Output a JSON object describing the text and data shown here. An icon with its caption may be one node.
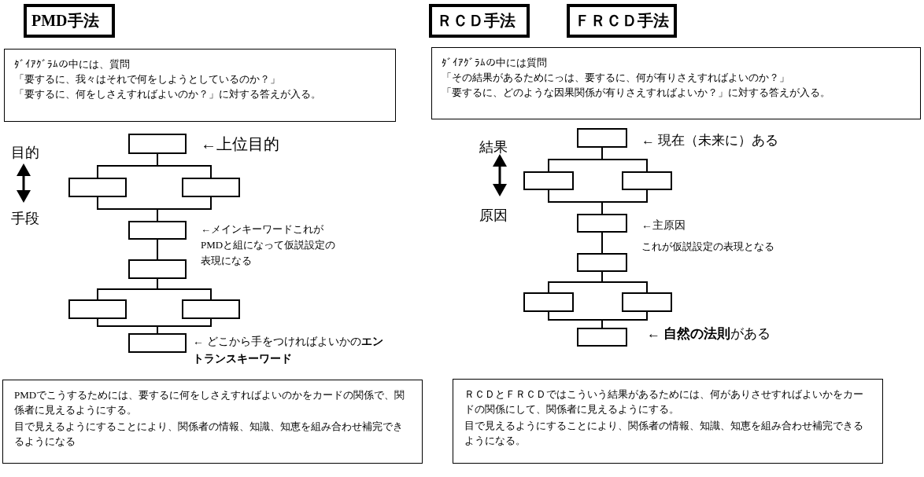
{
  "diagram": {
    "nodes": [
      {
        "text": [
          "PMD手法"
        ]
      },
      {
        "text": [
          "ＲＣＤ手法"
        ]
      },
      {
        "text": [
          "ＦＲＣＤ手法"
        ]
      },
      {
        "text": [
          "ﾀﾞｲｱｸﾞﾗﾑの中には、質問",
          "「要するに、我々はそれで何をしようとしているのか？」",
          "「要するに、何をしさえすればよいのか？」に対する答えが入る。"
        ]
      },
      {
        "text": [
          "ﾀﾞｲｱｸﾞﾗﾑの中には質問",
          "「その結果があるためにっは、要するに、何が有りさえすればよいのか？」",
          "「要するに、どのような因果関係が有りさえすればよいか？」に対する答えが入る。"
        ]
      },
      {
        "text": [],
        "shape": "box",
        "beside": [
          "←上位目的"
        ]
      },
      {
        "text": [],
        "shape": "box"
      },
      {
        "text": [],
        "shape": "box"
      },
      {
        "text": [],
        "shape": "box",
        "beside": [
          "←メインキーワードこれがPMDと組になって仮説設定の表現になる"
        ]
      },
      {
        "text": [],
        "shape": "box"
      },
      {
        "text": [],
        "shape": "box"
      },
      {
        "text": [],
        "shape": "box"
      },
      {
        "text": [],
        "shape": "box",
        "beside": [
          "← どこから手をつければよいかの**エントランスキーワード**"
        ]
      },
      {
        "text": [],
        "shape": "box",
        "beside": [
          "← 現在（未来に）ある"
        ]
      },
      {
        "text": [],
        "shape": "box"
      },
      {
        "text": [],
        "shape": "box"
      },
      {
        "text": [],
        "shape": "box",
        "beside": [
          "←主原因",
          "これが仮説設定の表現となる"
        ]
      },
      {
        "text": [],
        "shape": "box"
      },
      {
        "text": [],
        "shape": "box"
      },
      {
        "text": [],
        "shape": "box"
      },
      {
        "text": [],
        "shape": "box",
        "beside": [
          "← **自然の法則**がある"
        ]
      },
      {
        "text": [
          "PMDでこうするためには、要するに何をしさえすればよいのかをカードの関係で、関係者に見えるようにする。",
          "目で見えるようにすることにより、関係者の情報、知識、知恵を組み合わせ補完できるようになる"
        ]
      },
      {
        "text": [
          "ＲＣＤとＦＲＣＤではこういう結果があるためには、何がありさせすればよいかをカードの関係にして、関係者に見えるようにする。",
          "目で見えるようにすることにより、関係者の情報、知識、知恵を組み合わせ補完できるようになる。"
        ]
      }
    ],
    "edges": [
      {
        "from": 5,
        "to": 6,
        "arrow": "none"
      },
      {
        "from": 5,
        "to": 7,
        "arrow": "none"
      },
      {
        "from": 6,
        "to": 8,
        "arrow": "none"
      },
      {
        "from": 7,
        "to": 8,
        "arrow": "none"
      },
      {
        "from": 8,
        "to": 9,
        "arrow": "none"
      },
      {
        "from": 9,
        "to": 10,
        "arrow": "none"
      },
      {
        "from": 9,
        "to": 11,
        "arrow": "none"
      },
      {
        "from": 10,
        "to": 12,
        "arrow": "none"
      },
      {
        "from": 11,
        "to": 12,
        "arrow": "none"
      },
      {
        "from": 13,
        "to": 14,
        "arrow": "none"
      },
      {
        "from": 13,
        "to": 15,
        "arrow": "none"
      },
      {
        "from": 14,
        "to": 16,
        "arrow": "none"
      },
      {
        "from": 15,
        "to": 16,
        "arrow": "none"
      },
      {
        "from": 16,
        "to": 17,
        "arrow": "none"
      },
      {
        "from": 17,
        "to": 18,
        "arrow": "none"
      },
      {
        "from": 17,
        "to": 19,
        "arrow": "none"
      },
      {
        "from": 18,
        "to": 20,
        "arrow": "none"
      },
      {
        "from": 19,
        "to": 20,
        "arrow": "none"
      }
    ],
    "labels": [
      "目的",
      "手段",
      "結果",
      "原因"
    ]
  }
}
